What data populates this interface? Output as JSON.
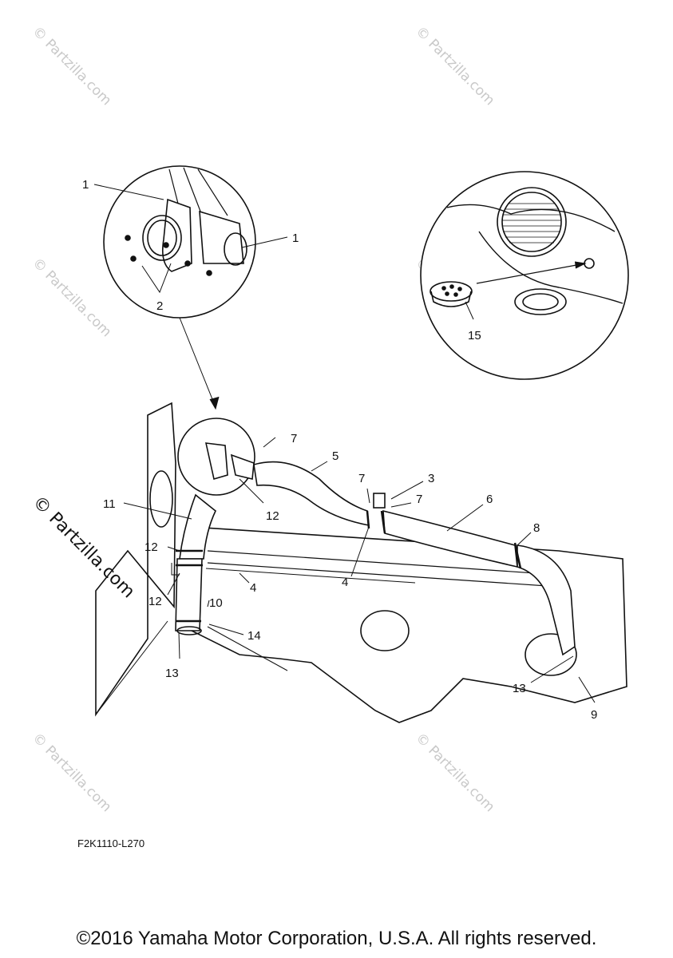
{
  "watermark": "© Partzilla.com",
  "diagram_code": "F2K1110-L270",
  "copyright": "©2016 Yamaha Motor Corporation, U.S.A. All rights reserved.",
  "callouts": {
    "c1a": "1",
    "c1b": "1",
    "c2": "2",
    "c15": "15",
    "c7a": "7",
    "c5": "5",
    "c3": "3",
    "c7b": "7",
    "c7c": "7",
    "c6": "6",
    "c8": "8",
    "c11": "11",
    "c12a": "12",
    "c12b": "12",
    "c12c": "12",
    "c4a": "4",
    "c4b": "4",
    "c10": "10",
    "c14": "14",
    "c13a": "13",
    "c13b": "13",
    "c9": "9"
  }
}
